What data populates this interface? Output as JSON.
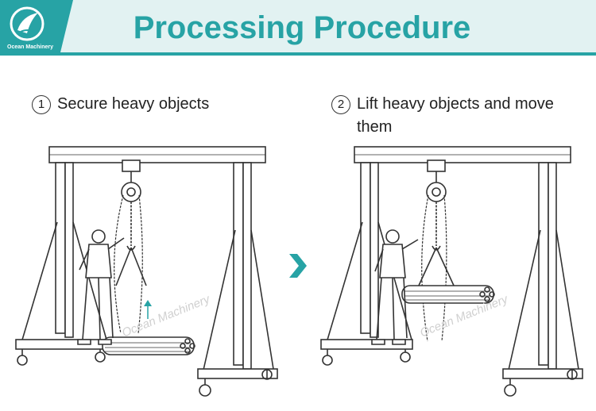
{
  "header": {
    "title": "Processing Procedure",
    "logo_text": "Ocean Machinery",
    "banner_color": "#e2f2f2",
    "accent_color": "#27a3a5"
  },
  "steps": [
    {
      "number": "1",
      "text": "Secure heavy objects"
    },
    {
      "number": "2",
      "text": "Lift heavy objects and move them"
    }
  ],
  "watermark": "Ocean Machinery",
  "icons": {
    "next_arrow": "chevron-right-icon",
    "logo": "ocean-machinery-logo",
    "lift_arrow": "arrow-up-icon"
  }
}
